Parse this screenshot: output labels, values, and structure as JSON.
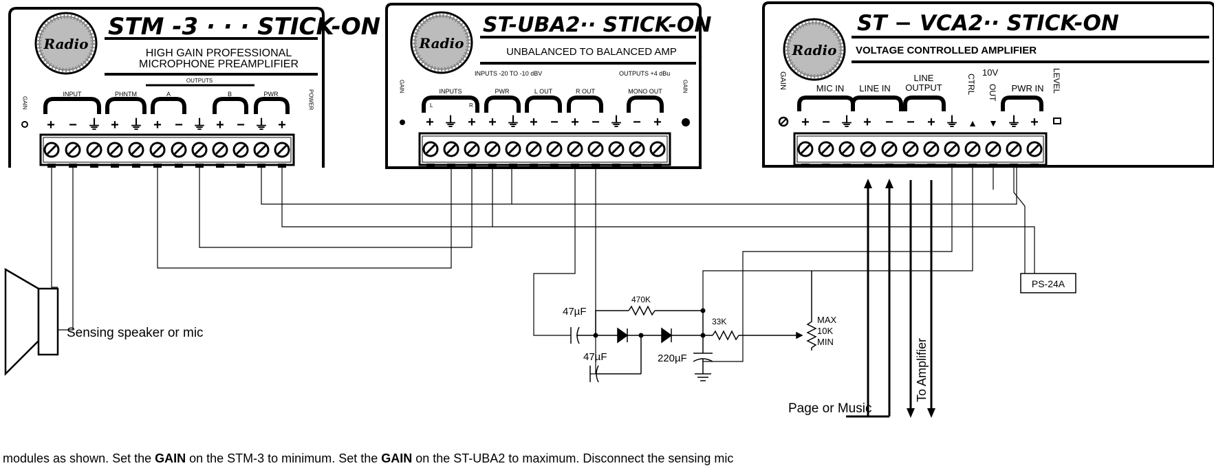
{
  "modules": {
    "stm3": {
      "title": "STM -3 · · · STICK-ON",
      "desc1": "HIGH  GAIN  PROFESSIONAL",
      "desc2": "MICROPHONE  PREAMPLIFIER",
      "labels": {
        "input": "INPUT",
        "phntm": "PHNTM",
        "outputs": "OUTPUTS",
        "a": "A",
        "b": "B",
        "pwr": "PWR",
        "gain": "GAIN",
        "power": "POWER"
      },
      "signs": [
        "+",
        "−",
        "⏚",
        "+",
        "⏚",
        "+",
        "−",
        "⏚",
        "+",
        "−",
        "⏚",
        "+"
      ]
    },
    "stuba2": {
      "title": "ST-UBA2·· STICK-ON",
      "desc": "UNBALANCED TO BALANCED AMP",
      "inputs_spec": "INPUTS -20 TO -10 dBV",
      "outputs_spec": "OUTPUTS +4 dBu",
      "labels": {
        "inputs": "INPUTS",
        "l": "L",
        "r": "R",
        "pwr": "PWR",
        "lout": "L OUT",
        "rout": "R OUT",
        "monoout": "MONO OUT",
        "gain": "GAIN"
      },
      "signs": [
        "+",
        "⏚",
        "+",
        "+",
        "⏚",
        "+",
        "−",
        "+",
        "−",
        "⏚",
        "−",
        "+"
      ]
    },
    "stvca2": {
      "title": "ST − VCA2·· STICK-ON",
      "desc": "VOLTAGE CONTROLLED AMPLIFIER",
      "labels": {
        "gain": "GAIN",
        "micin": "MIC IN",
        "linein": "LINE IN",
        "line": "LINE",
        "output": "OUTPUT",
        "ctrl": "CTRL",
        "tenv": "10V",
        "out": "OUT",
        "pwrin": "PWR IN",
        "level": "LEVEL"
      },
      "signs": [
        "+",
        "−",
        "⏚",
        "+",
        "−",
        "−",
        "+",
        "⏚",
        "▲",
        "▼",
        "⏚",
        "+"
      ]
    }
  },
  "badge_text": "Radio",
  "components": {
    "c1": "47µF",
    "c2": "47µF",
    "c3": "220µF",
    "r1": "470K",
    "r2": "33K",
    "pot_max": "MAX",
    "pot_val": "10K",
    "pot_min": "MIN",
    "ps": "PS-24A"
  },
  "speaker_label": "Sensing speaker or mic",
  "to_amplifier": "To Amplifier",
  "page_music": "Page or Music",
  "caption": {
    "t1": "modules as shown. Set the ",
    "b1": "GAIN",
    "t2": " on the STM-3 to minimum. Set the ",
    "b2": "GAIN",
    "t3": " on the ST-UBA2 to maximum. Disconnect the sensing mic"
  }
}
